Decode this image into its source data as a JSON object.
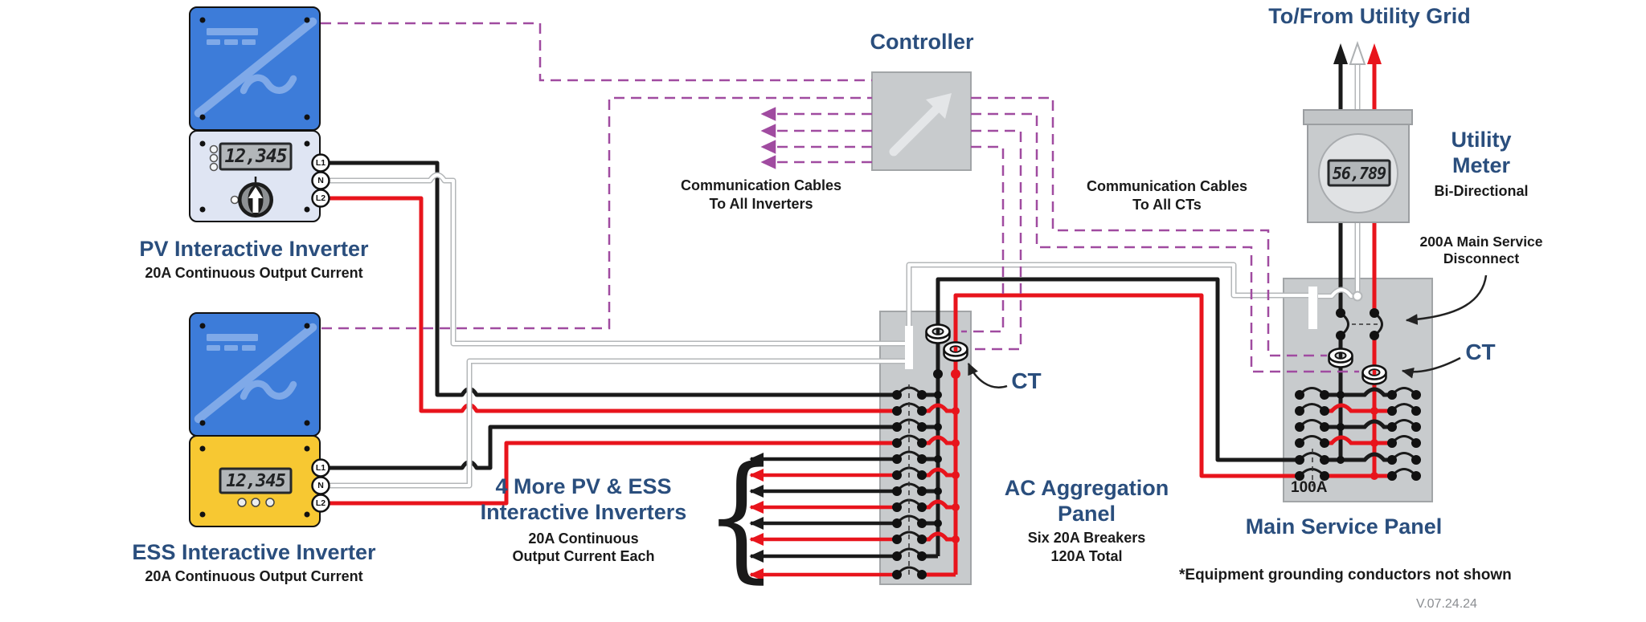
{
  "colors": {
    "heading_blue": "#2a4e7d",
    "wire_black": "#1a1a1a",
    "wire_red": "#e8141c",
    "wire_white_outline": "#b4b7b9",
    "comm_purple": "#a04ba0",
    "panel_gray": "#c8cbcd",
    "inverter_blue": "#3d7cd9",
    "ess_yellow": "#f7c832"
  },
  "pv_inverter": {
    "title": "PV Interactive Inverter",
    "subtitle": "20A Continuous Output Current",
    "display_value": "12,345",
    "terminals": [
      "L1",
      "N",
      "L2"
    ]
  },
  "ess_inverter": {
    "title": "ESS Interactive Inverter",
    "subtitle": "20A Continuous Output Current",
    "display_value": "12,345",
    "terminals": [
      "L1",
      "N",
      "L2"
    ]
  },
  "more_inverters": {
    "line1": "4 More PV & ESS",
    "line2": "Interactive Inverters",
    "sub1": "20A Continuous",
    "sub2": "Output Current Each",
    "brace": "{"
  },
  "controller": {
    "label": "Controller"
  },
  "comm_inverters": {
    "line1": "Communication Cables",
    "line2": "To All Inverters"
  },
  "comm_cts": {
    "line1": "Communication Cables",
    "line2": "To All CTs"
  },
  "agg_panel": {
    "title1": "AC Aggregation",
    "title2": "Panel",
    "sub1": "Six 20A Breakers",
    "sub2": "120A Total",
    "ct_label": "CT"
  },
  "main_panel": {
    "title": "Main Service Panel",
    "breaker_label": "100A",
    "ct_label": "CT",
    "disconnect1": "200A Main Service",
    "disconnect2": "Disconnect"
  },
  "utility_meter": {
    "title1": "Utility",
    "title2": "Meter",
    "subtitle": "Bi-Directional",
    "display_value": "56,789"
  },
  "grid": {
    "label": "To/From Utility Grid"
  },
  "footnote": "*Equipment grounding conductors not shown",
  "version": "V.07.24.24"
}
